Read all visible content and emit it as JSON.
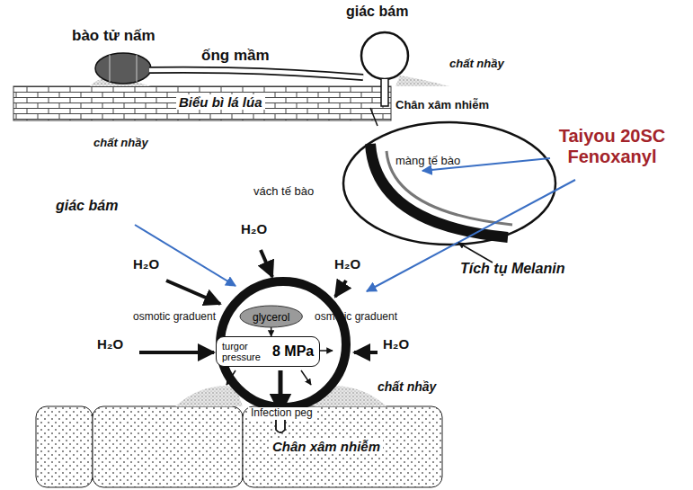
{
  "diagram": {
    "nodes": [
      {
        "text": [
          "glycerol"
        ]
      },
      {
        "text": [
          "turgor pressure",
          "8 MPa"
        ]
      }
    ],
    "edges": [
      {
        "from": 0,
        "to": 1,
        "arrow": "to"
      }
    ],
    "labels": [
      "bào tử nấm",
      "ống mầm",
      "giác bám",
      "chất nhầy",
      "Biểu bì lá lúa",
      "Chân xâm nhiễm",
      "chất nhầy",
      "màng tế bào",
      "vách tế bào",
      "Taiyou 20SC Fenoxanyl",
      "giác bám",
      "Tích tụ Melanin",
      "H₂O",
      "H₂O",
      "H₂O",
      "H₂O",
      "H₂O",
      "osmotic graduent",
      "osmotic graduent",
      "chất nhầy",
      "Infection peg",
      "Chân xâm nhiễm"
    ]
  }
}
